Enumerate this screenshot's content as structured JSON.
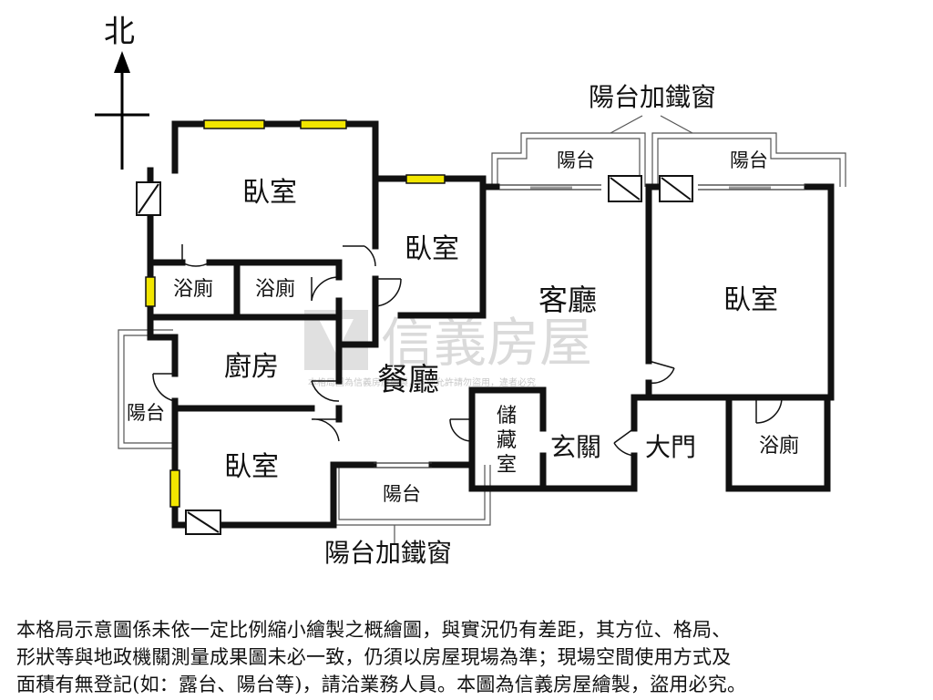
{
  "compass": {
    "north_label": "北"
  },
  "rooms": {
    "bedroom_nw": "臥室",
    "bedroom_mid": "臥室",
    "bedroom_east": "臥室",
    "bedroom_sw": "臥室",
    "bath_1": "浴廁",
    "bath_2": "浴廁",
    "bath_east": "浴廁",
    "living_room": "客廳",
    "dining_room": "餐廳",
    "kitchen": "廚房",
    "balcony_west": "陽台",
    "balcony_south": "陽台",
    "balcony_ne_1": "陽台",
    "balcony_ne_2": "陽台",
    "foyer": "玄關",
    "main_door": "大門",
    "storage": [
      "儲",
      "藏",
      "室"
    ]
  },
  "annotations": {
    "iron_window_top": "陽台加鐵窗",
    "iron_window_bottom": "陽台加鐵窗"
  },
  "watermark": {
    "brand": "信義房屋",
    "fine_print": "本格局圖為信義房屋繪製，未經允許請勿盜用，違者必究"
  },
  "disclaimer": [
    "本格局示意圖係未依一定比例縮小繪製之概繪圖，與實況仍有差距，其方位、格局、",
    "形狀等與地政機關測量成果圖未必一致，仍須以房屋現場為準；現場空間使用方式及",
    "面積有無登記(如：露台、陽台等)，請洽業務人員。本圖為信義房屋繪製，盜用必究。"
  ],
  "colors": {
    "wall": "#111111",
    "window": "#f2e600",
    "watermark": "#cccccc"
  }
}
